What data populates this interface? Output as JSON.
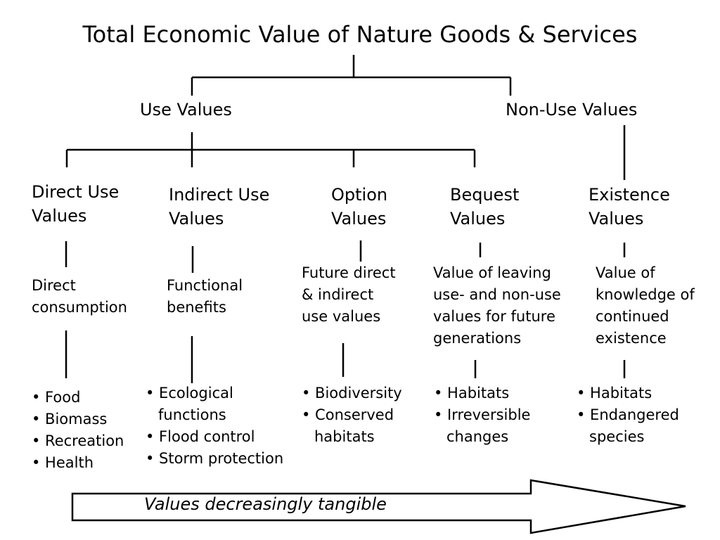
{
  "title": "Total Economic Value of Nature Goods & Services",
  "level1": {
    "use": "Use Values",
    "non_use": "Non-Use Values"
  },
  "categories": [
    {
      "name_line1": "Direct Use",
      "name_line2": "Values",
      "description": [
        "Direct",
        "consumption"
      ],
      "examples": [
        "• Food",
        "• Biomass",
        "• Recreation",
        "• Health"
      ]
    },
    {
      "name_line1": "Indirect Use",
      "name_line2": "Values",
      "description": [
        "Functional",
        "benefits"
      ],
      "examples": [
        "• Ecological",
        "functions",
        "• Flood control",
        "• Storm protection"
      ]
    },
    {
      "name_line1": "Option",
      "name_line2": "Values",
      "description": [
        "Future direct",
        "& indirect",
        "use values"
      ],
      "examples": [
        "• Biodiversity",
        "• Conserved",
        "habitats"
      ]
    },
    {
      "name_line1": "Bequest",
      "name_line2": "Values",
      "description": [
        "Value of leaving",
        "use- and non-use",
        "values for future",
        "generations"
      ],
      "examples": [
        "• Habitats",
        "• Irreversible",
        "changes"
      ]
    },
    {
      "name_line1": "Existence",
      "name_line2": "Values",
      "description": [
        "Value of",
        "knowledge of",
        "continued",
        "existence"
      ],
      "examples": [
        "• Habitats",
        "• Endangered",
        "species"
      ]
    }
  ],
  "arrow_label": "Values decreasingly tangible",
  "colors": {
    "line": "#000000",
    "background": "#ffffff"
  }
}
